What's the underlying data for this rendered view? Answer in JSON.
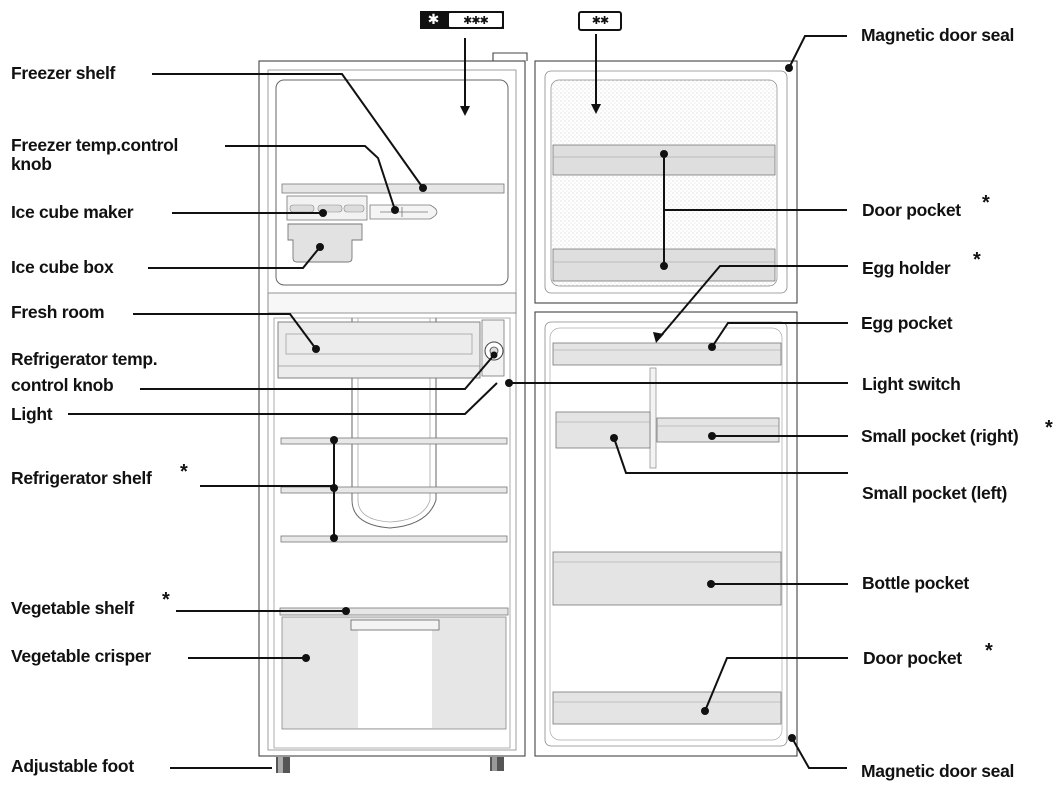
{
  "diagram": {
    "freezer_rating_snowflake": "✱",
    "freezer_rating_stars": "✱✱✱",
    "door_rating_stars": "✱✱",
    "asterisk": "*",
    "labels": {
      "freezer_shelf": "Freezer shelf",
      "freezer_knob_line1": "Freezer temp.control",
      "freezer_knob_line2": "knob",
      "ice_cube_maker": "Ice cube maker",
      "ice_cube_box": "Ice cube box",
      "fresh_room": "Fresh room",
      "fridge_knob_line1": "Refrigerator temp.",
      "fridge_knob_line2": "control knob",
      "light": "Light",
      "refrigerator_shelf": "Refrigerator shelf",
      "vegetable_shelf": "Vegetable shelf",
      "vegetable_crisper": "Vegetable crisper",
      "adjustable_foot": "Adjustable foot",
      "magnetic_door_seal_top": "Magnetic door seal",
      "door_pocket_top": "Door pocket",
      "egg_holder": "Egg holder",
      "egg_pocket": "Egg pocket",
      "light_switch": "Light switch",
      "small_pocket_right": "Small pocket (right)",
      "small_pocket_left": "Small pocket (left)",
      "bottle_pocket": "Bottle pocket",
      "door_pocket_bottom": "Door pocket",
      "magnetic_door_seal_bottom": "Magnetic door seal"
    }
  }
}
